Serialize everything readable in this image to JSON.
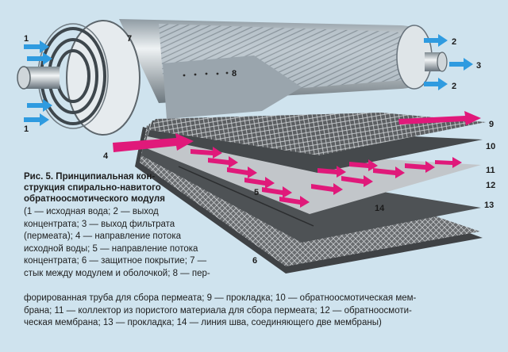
{
  "labels": {
    "n1": "1",
    "n2": "2",
    "n3": "3",
    "n4": "4",
    "n5": "5",
    "n6": "6",
    "n7": "7",
    "n8": "8",
    "n9": "9",
    "n10": "10",
    "n11": "11",
    "n12": "12",
    "n13": "13",
    "n14": "14"
  },
  "caption": {
    "title_lines": [
      "Рис. 5. Принципиальная кон-",
      "струкция спирально-навитого",
      "обратноосмотического модуля"
    ],
    "body_lines": [
      "(1 — исходная вода; 2 — выход",
      "концентрата; 3 — выход фильтрата",
      "(пермеата); 4 — направление потока",
      "исходной воды; 5 — направление потока",
      "концентрата; 6 — защитное покрытие; 7 —",
      "стык между модулем и оболочкой; 8 — пер-"
    ],
    "wide_lines": [
      "форированная труба для сбора пермеата; 9 — прокладка; 10 — обратноосмотическая мем-",
      "брана; 11 — коллектор из пористого материала для сбора пермеата; 12 — обратноосмоти-",
      "ческая мембрана; 13 — прокладка; 14 — линия шва, соединяющего две мембраны)"
    ]
  },
  "colors": {
    "background": "#cfe3ee",
    "arrow_blue": "#2f9be0",
    "arrow_pink": "#e0197a",
    "layer_dark": "#4a4a4a",
    "layer_gray": "#b9bcbf"
  }
}
